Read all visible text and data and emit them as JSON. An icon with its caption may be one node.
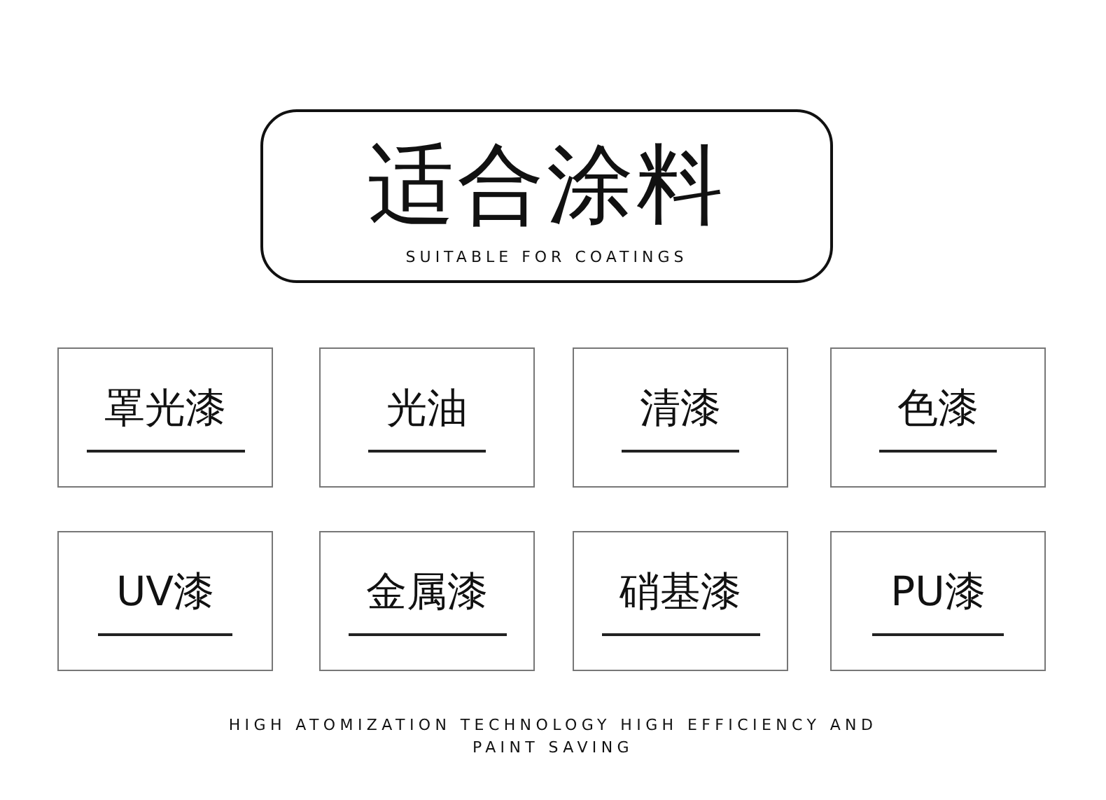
{
  "diagram": {
    "nodes": [
      {
        "text": [
          "适合涂料",
          "SUITABLE FOR COATINGS"
        ]
      },
      {
        "text": [
          "罩光漆"
        ]
      },
      {
        "text": [
          "光油"
        ]
      },
      {
        "text": [
          "清漆"
        ]
      },
      {
        "text": [
          "色漆"
        ]
      },
      {
        "text": [
          "UV漆"
        ]
      },
      {
        "text": [
          "金属漆"
        ]
      },
      {
        "text": [
          "硝基漆"
        ]
      },
      {
        "text": [
          "PU漆"
        ]
      }
    ],
    "edges": [],
    "labels": [
      "HIGH ATOMIZATION TECHNOLOGY HIGH EFFICIENCY AND PAINT SAVING"
    ]
  }
}
